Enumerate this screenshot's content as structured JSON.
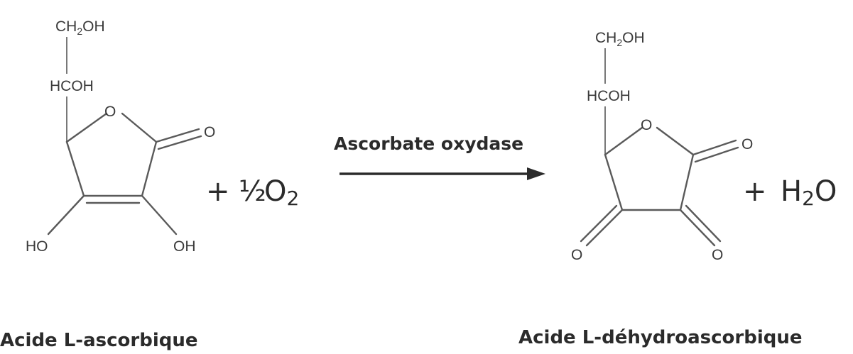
{
  "reactant": {
    "name": "Acide L-ascorbique",
    "top_group": "CH",
    "top_group_sub": "2",
    "top_group_tail": "OH",
    "second_group": "HCOH",
    "ring_oxygen": "O",
    "carbonyl_oxygen": "O",
    "left_hydroxyl": "HO",
    "right_hydroxyl": "OH"
  },
  "co_reactant": {
    "plus": "+",
    "fraction": "½",
    "symbol": "O",
    "sub": "2"
  },
  "arrow": {
    "label": "Ascorbate oxydase"
  },
  "product": {
    "name": "Acide L-déhydroascorbique",
    "top_group": "CH",
    "top_group_sub": "2",
    "top_group_tail": "OH",
    "second_group": "HCOH",
    "ring_oxygen": "O",
    "carbonyl_oxygen": "O",
    "left_oxygen": "O",
    "right_oxygen": "O"
  },
  "byproduct": {
    "plus": "+",
    "symbol_h": "H",
    "sub": "2",
    "symbol_o": "O"
  }
}
